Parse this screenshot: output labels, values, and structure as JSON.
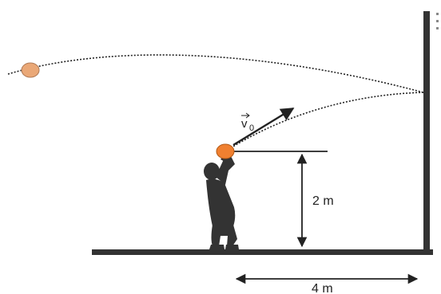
{
  "labels": {
    "velocity_symbol": "v",
    "velocity_subscript": "0",
    "height_label": "2 m",
    "distance_label": "4 m"
  },
  "colors": {
    "ball": "#f08030",
    "ball_faded": "#eaa877",
    "silhouette": "#333333",
    "wall": "#333333",
    "line": "#222222",
    "text": "#222222"
  },
  "icons": {
    "player": "basketball-player-silhouette",
    "ball": "basketball",
    "arrow": "velocity-arrow"
  }
}
